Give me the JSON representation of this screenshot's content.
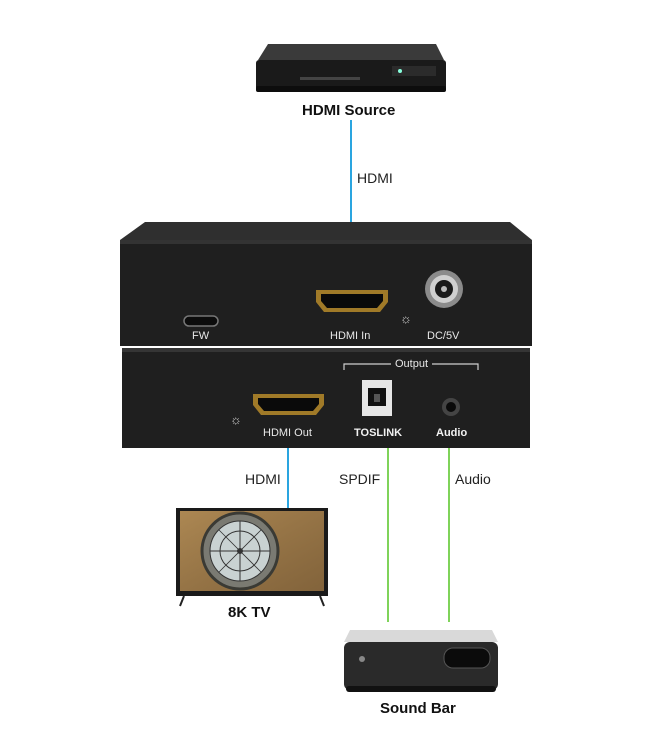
{
  "devices": {
    "source_label": "HDMI Source",
    "tv_label": "8K TV",
    "soundbar_label": "Sound Bar"
  },
  "wires": {
    "hdmi_in": "HDMI",
    "hdmi_out": "HDMI",
    "spdif": "SPDIF",
    "audio": "Audio"
  },
  "top_panel": {
    "fw": "FW",
    "hdmi_in": "HDMI In",
    "dc": "DC/5V"
  },
  "bottom_panel": {
    "hdmi_out": "HDMI Out",
    "output": "Output",
    "toslink": "TOSLINK",
    "audio": "Audio"
  },
  "colors": {
    "hdmi_wire": "#2aa5e0",
    "audio_wire": "#7fd35a",
    "device_body": "#232323"
  }
}
